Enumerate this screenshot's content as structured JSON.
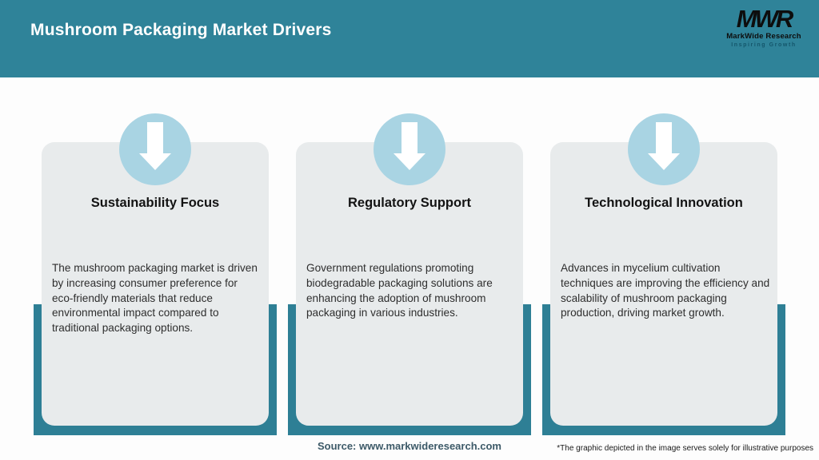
{
  "header": {
    "title": "Mushroom Packaging Market Drivers",
    "bg_color": "#2f8399",
    "logo": {
      "monogram": "MWR",
      "name": "MarkWide Research",
      "tagline": "Inspiring Growth"
    }
  },
  "cards": [
    {
      "icon": "down-arrow-icon",
      "title": "Sustainability Focus",
      "description": "The mushroom packaging market is driven by increasing consumer preference for eco-friendly materials that reduce environmental impact compared to traditional packaging options."
    },
    {
      "icon": "down-arrow-icon",
      "title": "Regulatory Support",
      "description": "Government regulations promoting biodegradable packaging solutions are enhancing the adoption of mushroom packaging in various industries."
    },
    {
      "icon": "down-arrow-icon",
      "title": "Technological Innovation",
      "description": "Advances in mycelium cultivation techniques are improving the efficiency and scalability of mushroom packaging production, driving market growth."
    }
  ],
  "footer": {
    "source": "Source: www.markwideresearch.com",
    "disclaimer": "*The graphic depicted in the image serves solely for illustrative purposes"
  },
  "colors": {
    "header_teal": "#2f8399",
    "backing_teal": "#2e7f95",
    "circle_blue": "#a9d4e3",
    "card_gray": "#e8ebec",
    "source_text": "#3d5a68"
  }
}
